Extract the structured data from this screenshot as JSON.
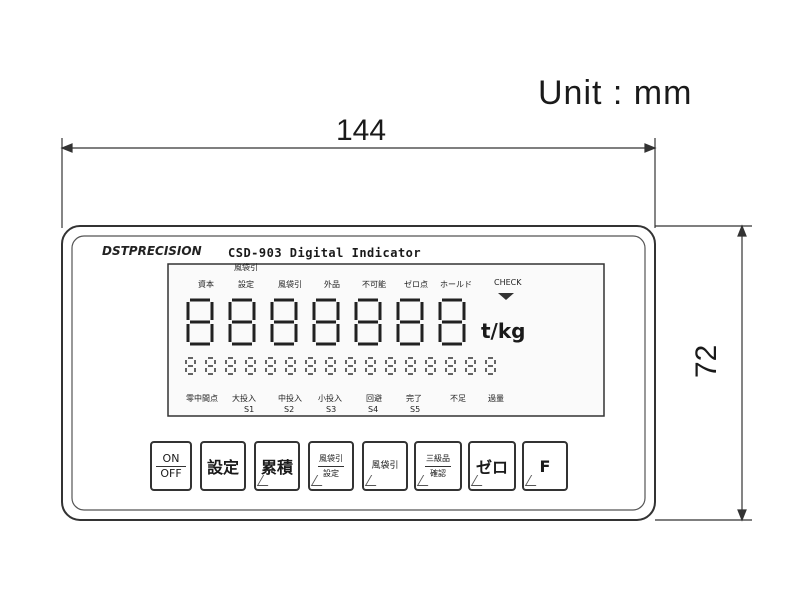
{
  "unit_label": "Unit : mm",
  "width_dim": "144",
  "height_dim": "72",
  "panel": {
    "brand": "DSTPRECISION",
    "model": "CSD-903  Digital Indicator"
  },
  "top_annotations": [
    "資本",
    "設定",
    "風袋引",
    "外品",
    "不可能",
    "ゼロ点",
    "ホールド",
    "CHECK"
  ],
  "top_sub_annotation": "風袋引",
  "bottom_annotations": [
    "零中間点",
    "大投入",
    "中投入",
    "小投入",
    "回避",
    "完了",
    "不足",
    "過量"
  ],
  "bottom_sub_annotations": [
    "S1",
    "S2",
    "S3",
    "S4",
    "S5"
  ],
  "unit_display": "t/kg",
  "keys": [
    {
      "top": "ON",
      "bottom": "OFF"
    },
    {
      "label": "設定"
    },
    {
      "label": "累積"
    },
    {
      "top": "風袋引",
      "bottom": "設定"
    },
    {
      "label": "風袋引"
    },
    {
      "top": "三級品",
      "bottom": "確認"
    },
    {
      "label": "ゼロ"
    },
    {
      "label": "F"
    }
  ]
}
